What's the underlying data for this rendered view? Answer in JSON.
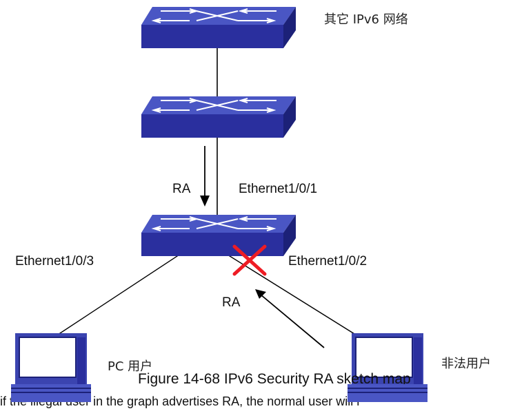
{
  "diagram": {
    "labels": {
      "other_network": "其它  IPv6 网络",
      "ra_upper": "RA",
      "port_uplink": "Ethernet1/0/1",
      "port_left": "Ethernet1/0/3",
      "port_right": "Ethernet1/0/2",
      "ra_lower": "RA",
      "pc_user": "PC 用户",
      "illegal_user": "非法用户"
    },
    "caption": "Figure 14-68 IPv6 Security RA sketch map",
    "body_text": "if the illegal user in the graph advertises RA, the normal user will r"
  },
  "colors": {
    "switch_top": "#4a56c4",
    "switch_front": "#2a2f9e",
    "switch_side": "#1c2178",
    "block_mark": "#ee1c24",
    "link": "#000000"
  }
}
